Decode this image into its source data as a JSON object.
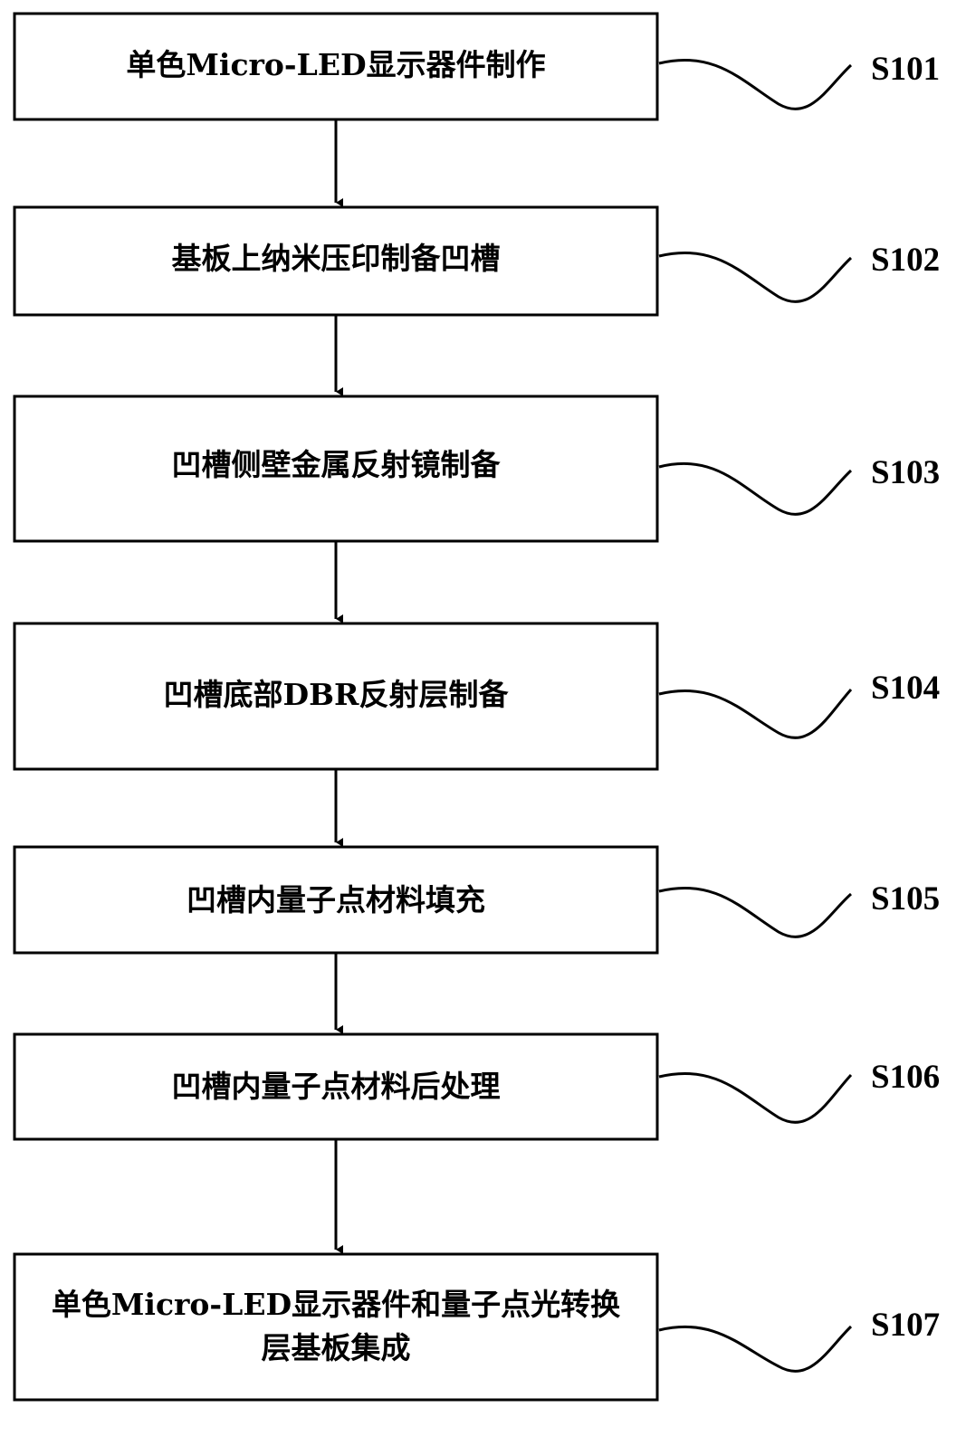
{
  "steps": [
    {
      "text": [
        "单色Micro-LED显示器件制作"
      ],
      "label": "S101"
    },
    {
      "text": [
        "基板上纳米压印制备凹槽"
      ],
      "label": "S102"
    },
    {
      "text": [
        "凹槽侧壁金属反射镜制备"
      ],
      "label": "S103"
    },
    {
      "text": [
        "凹槽底部DBR反射层制备"
      ],
      "label": "S104"
    },
    {
      "text": [
        "凹槽内量子点材料填充"
      ],
      "label": "S105"
    },
    {
      "text": [
        "凹槽内量子点材料后处理"
      ],
      "label": "S106"
    },
    {
      "text": [
        "单色Micro-LED显示器件和量子点光转换",
        "层基板集成"
      ],
      "label": "S107"
    }
  ],
  "colors": {
    "stroke": "#000000",
    "background": "#ffffff"
  }
}
